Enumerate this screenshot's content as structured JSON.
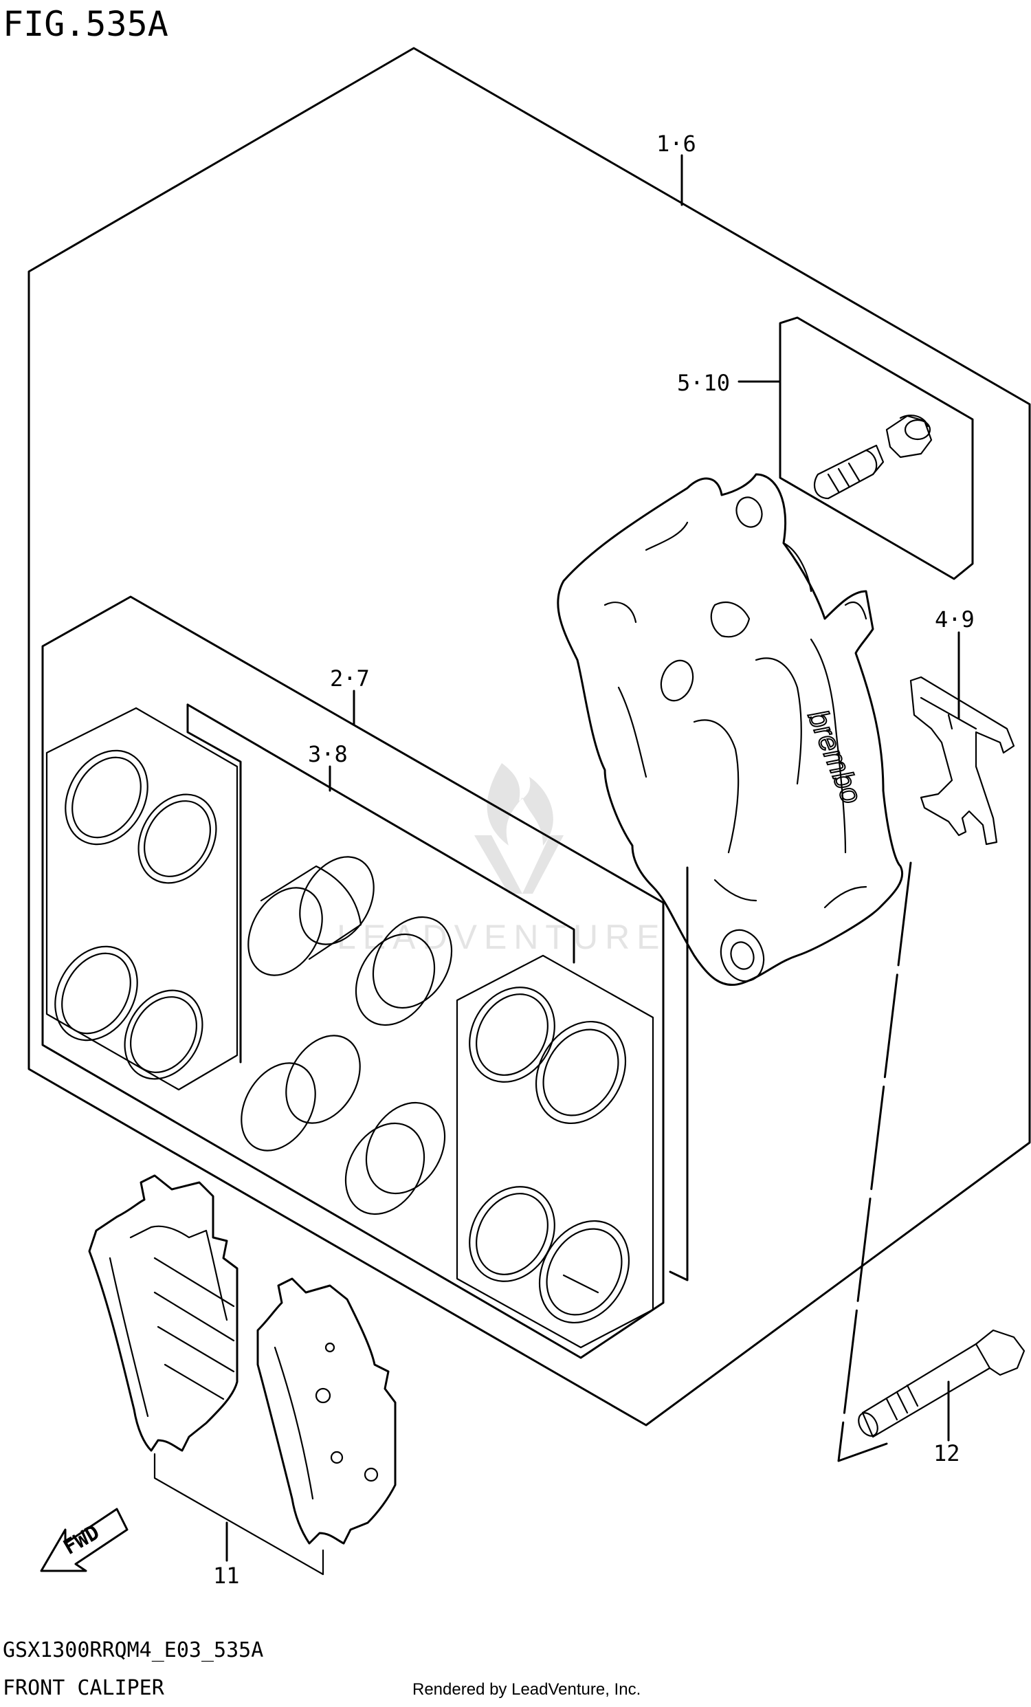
{
  "figure": {
    "title": "FIG.535A",
    "model_code": "GSX1300RRQM4_E03_535A",
    "section_name": "FRONT CALIPER",
    "rendered_by": "Rendered by LeadVenture, Inc.",
    "watermark": "LEADVENTURE"
  },
  "callouts": [
    {
      "id": "c-1-6",
      "label": "1·6"
    },
    {
      "id": "c-5-10",
      "label": "5·10"
    },
    {
      "id": "c-4-9",
      "label": "4·9"
    },
    {
      "id": "c-2-7",
      "label": "2·7"
    },
    {
      "id": "c-3-8",
      "label": "3·8"
    },
    {
      "id": "c-12",
      "label": "12"
    },
    {
      "id": "c-11",
      "label": "11"
    }
  ],
  "fwd_arrow": {
    "label": "FWD"
  },
  "caliper_brand": "brembo"
}
